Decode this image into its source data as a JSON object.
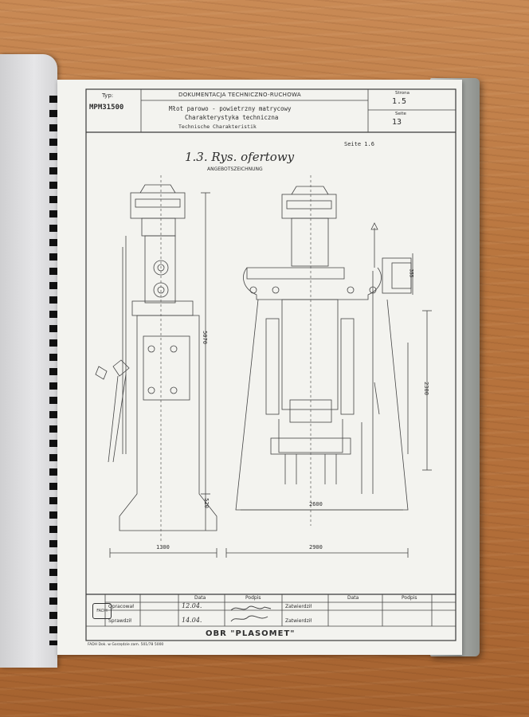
{
  "header": {
    "typ_label": "Typ:",
    "typ_value": "MPM31500",
    "dept": "DOKUMENTACJA TECHNICZNO-RUCHOWA",
    "title_line1": "Młot parowo - powietrzny matrycowy",
    "title_line2": "Charakterystyka techniczna",
    "title_german": "Technische Charakteristik",
    "strona_label": "Strona",
    "strona_value": "1.5",
    "seite_label": "Seite",
    "seite_value": "13"
  },
  "drawing": {
    "seite": "Seite 1.6",
    "title": "1.3. Rys. ofertowy",
    "subtitle": "ANGEBOTSZEICHNUNG",
    "dim_height_total": "5070",
    "dim_height_right": "2300",
    "dim_base": "520",
    "dim_side": "355",
    "dim_width_left": "1300",
    "dim_width_right": "2900",
    "dim_inner": "2600"
  },
  "footer_table": {
    "col_data": "Data",
    "col_podpis": "Podpis",
    "row_opracowal": "Opracował",
    "row_sprawdzil": "Sprawdził",
    "row_zatwierdzil": "Zatwierdził",
    "val_date1": "12.04.",
    "val_date2": "14.04."
  },
  "footer": {
    "org": "OBR \"PLASOMET\"",
    "print_note": "FADH Dok. w Gorzędzie zam. 501/78 5000"
  }
}
